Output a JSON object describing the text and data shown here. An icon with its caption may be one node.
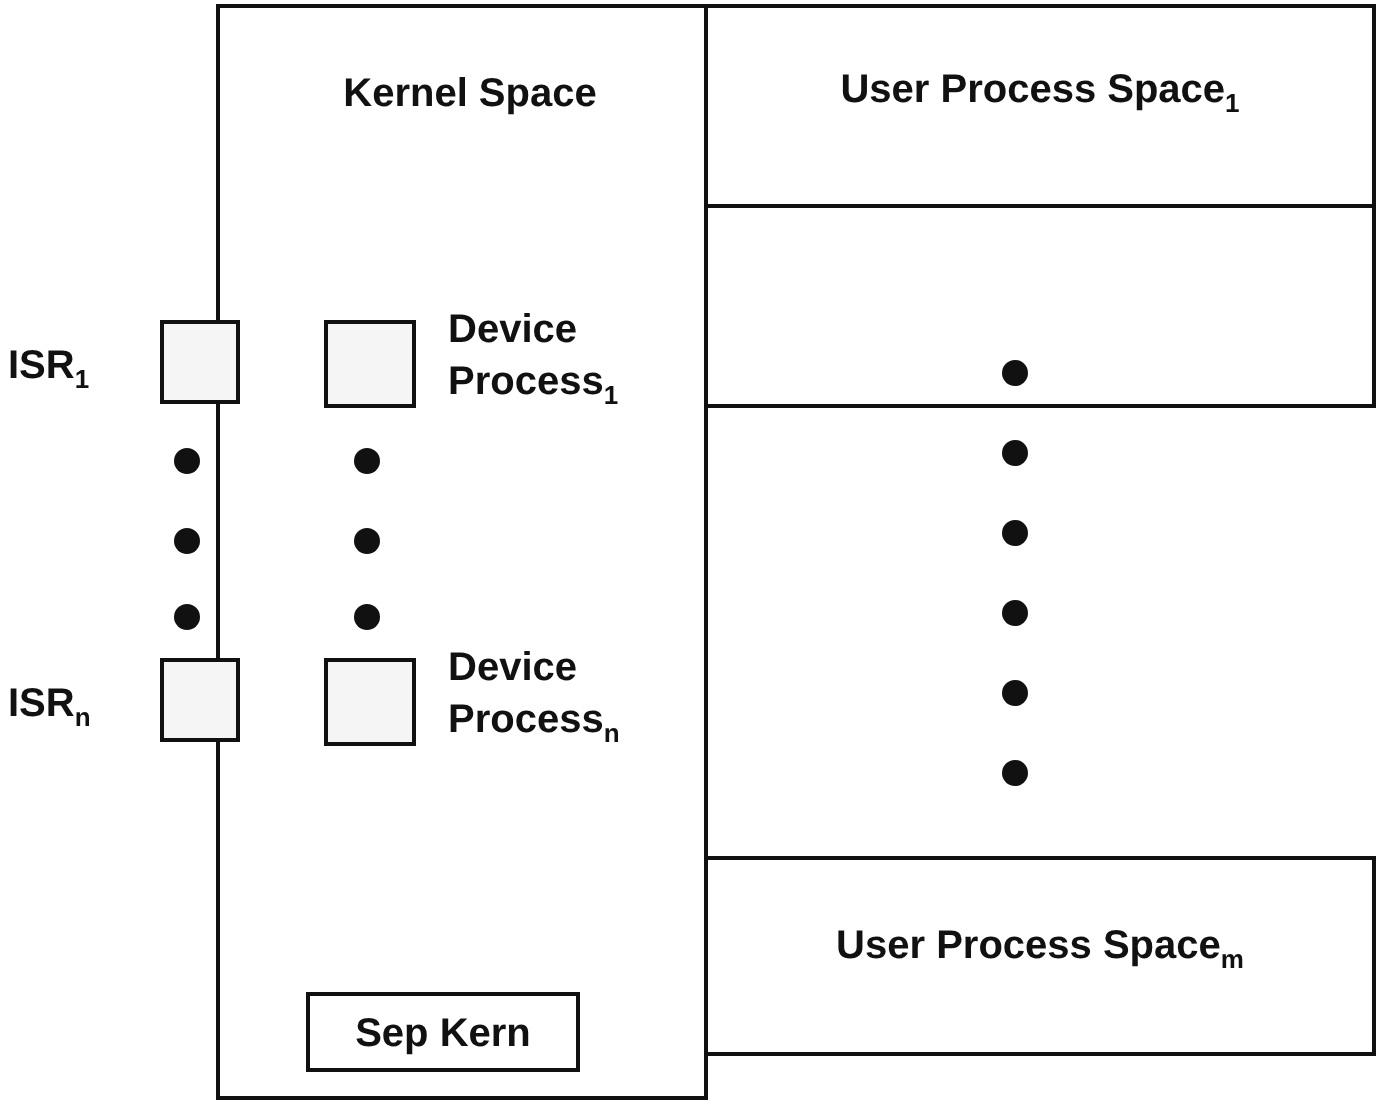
{
  "diagram": {
    "nodes": [
      {
        "text": [
          "Kernel Space"
        ]
      },
      {
        "text": [
          "ISR$_{1}$"
        ]
      },
      {
        "text": [
          "Device Process$_{1}$"
        ],
        "in": 0
      },
      {
        "text": [
          "ISR$_{n}$"
        ]
      },
      {
        "text": [
          "Device Process$_{n}$"
        ],
        "in": 0
      },
      {
        "text": [
          "Sep Kern"
        ],
        "in": 0
      },
      {
        "text": [
          "User Process Space$_{1}$"
        ]
      },
      {
        "text": [],
        "shape": "box"
      },
      {
        "text": [
          "User Process Space$_{m}$"
        ]
      }
    ],
    "edges": []
  }
}
